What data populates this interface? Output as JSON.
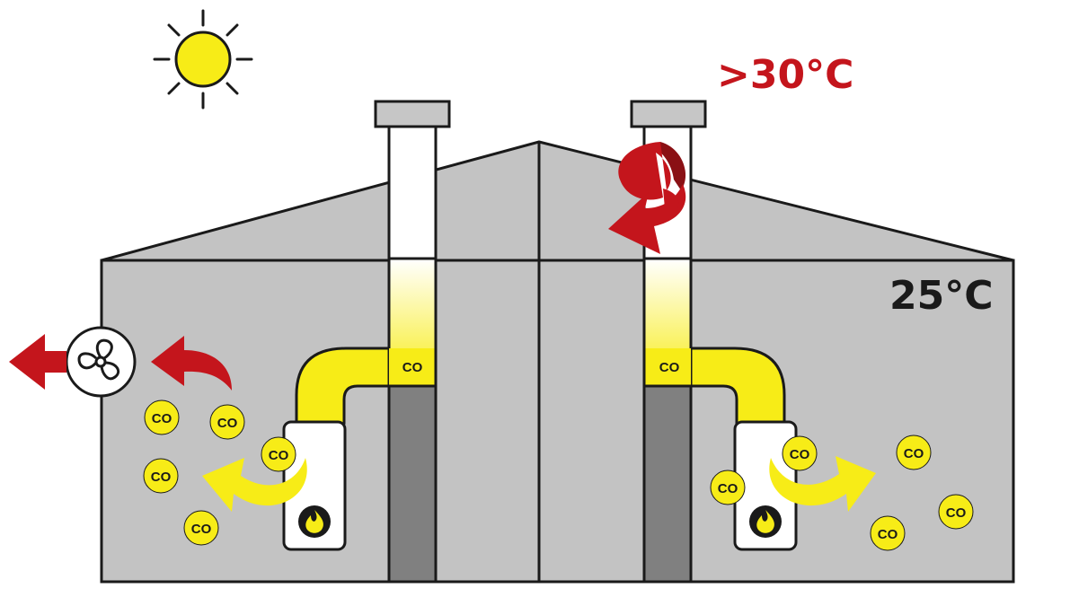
{
  "labels": {
    "outside_temp": ">30°C",
    "inside_temp": "25°C",
    "co": "CO"
  },
  "colors": {
    "building_fill": "#c3c3c3",
    "outline": "#1a1a1a",
    "flue_white": "#ffffff",
    "flue_yellow": "#f7ec17",
    "flue_dark": "#808080",
    "cap": "#c6c6c6",
    "sun": "#f7ec17",
    "arrow_red": "#c4151c",
    "arrow_dark_red": "#8a1014",
    "outside_temp_color": "#c4151c",
    "inside_temp_color": "#1a1a1a",
    "co_bubble": "#f7ec17",
    "boiler_body": "#ffffff",
    "flame": "#f7ec17"
  },
  "icons": {
    "sun": "sun-icon",
    "fan": "exhaust-fan-icon",
    "flame": "flame-icon",
    "exhaust_arrow": "arrow-left-icon",
    "downdraft_arrow": "curved-arrow-down-icon"
  }
}
